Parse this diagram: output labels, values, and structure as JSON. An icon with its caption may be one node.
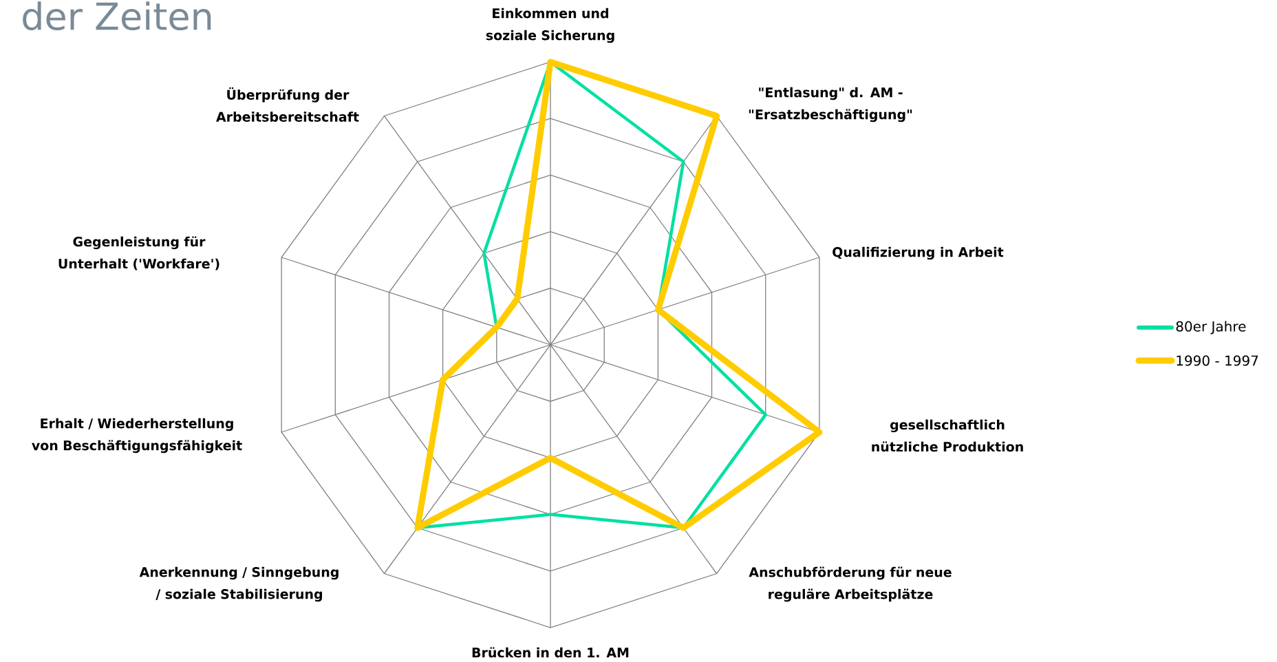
{
  "diagram": {
    "labels": [
      "der Zeiten",
      "Einkommen und soziale Sicherung",
      "Überprüfung der Arbeitsbereitschaft",
      "\"Entlasung\" d. AM - \"Ersatzbeschäftigung\"",
      "Gegenleistung für Unterhalt ('Workfare')",
      "Qualifizierung in Arbeit",
      "Erhalt / Wiederherstellung von Beschäftigungsfähigkeit",
      "gesellschaftlich nützliche Produktion",
      "Anerkennung / Sinngebung / soziale Stabilisierung",
      "Anschubförderung für neue reguläre Arbeitsplätze",
      "Brücken in den 1. AM"
    ],
    "legend": [
      {
        "text": "80er Jahre"
      },
      {
        "text": "1990 - 1997"
      }
    ]
  }
}
